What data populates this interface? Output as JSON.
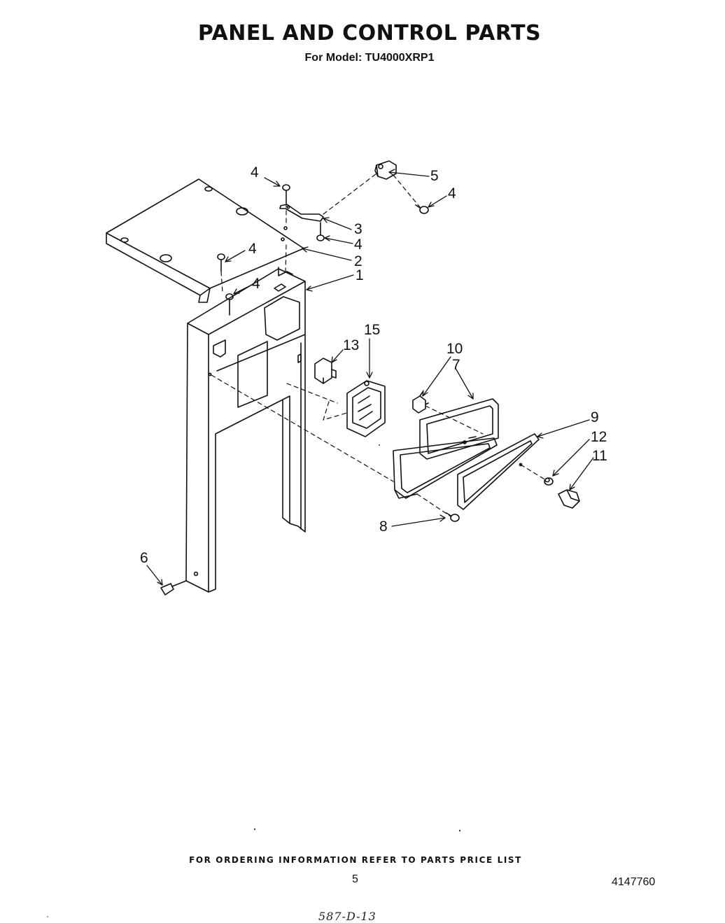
{
  "header": {
    "title": "PANEL AND CONTROL PARTS",
    "subtitle": "For Model: TU4000XRP1"
  },
  "callouts": {
    "c1": "1",
    "c2": "2",
    "c3": "3",
    "c4a": "4",
    "c4b": "4",
    "c4c": "4",
    "c4d": "4",
    "c4e": "4",
    "c5": "5",
    "c6": "6",
    "c7": "7",
    "c8": "8",
    "c9": "9",
    "c10": "10",
    "c11": "11",
    "c12": "12",
    "c13": "13",
    "c15": "15"
  },
  "footer": {
    "notice": "FOR ORDERING INFORMATION REFER TO PARTS PRICE LIST",
    "page_number": "5",
    "document_number": "4147760",
    "stamp": "587-D-13"
  },
  "colors": {
    "ink": "#111111",
    "paper": "#ffffff"
  }
}
